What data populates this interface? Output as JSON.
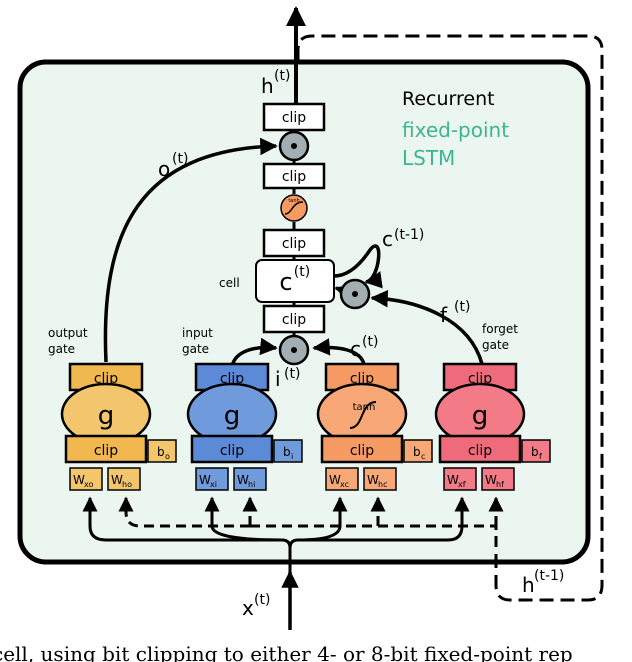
{
  "diagram": {
    "title_line1": "Recurrent",
    "title_line2": "fixed-point",
    "title_line3": "LSTM",
    "title_accent_color": "#3fb592",
    "background_color": "#eaf6ef",
    "labels": {
      "h_t": "h",
      "h_t_sup": "(t)",
      "o_t": "o",
      "o_t_sup": "(t)",
      "c_prev": "c",
      "c_prev_sup": "(t-1)",
      "cell_word": "cell",
      "cell_c": "c",
      "cell_c_sup": "(t)",
      "f_t": "f",
      "f_t_sup": "(t)",
      "c_tilde": "c",
      "c_tilde_sup": "(t)",
      "i_t": "i",
      "i_t_sup": "(t)",
      "output_gate_1": "output",
      "output_gate_2": "gate",
      "input_gate_1": "input",
      "input_gate_2": "gate",
      "forget_gate_1": "forget",
      "forget_gate_2": "gate",
      "h_prev": "h",
      "h_prev_sup": "(t-1)",
      "x_t": "x",
      "x_t_sup": "(t)",
      "clip": "clip",
      "tanh": "tanh",
      "g": "g"
    },
    "gates": [
      {
        "id": "output",
        "color": "#f3c56d",
        "top_color": "#f1b84f",
        "bias": "b",
        "bias_sub": "o",
        "w1": "W",
        "w1_sub": "xo",
        "w2": "W",
        "w2_sub": "ho",
        "symbol": "g"
      },
      {
        "id": "input",
        "color": "#6f9bdc",
        "top_color": "#5d8ad6",
        "bias": "b",
        "bias_sub": "i",
        "w1": "W",
        "w1_sub": "xi",
        "w2": "W",
        "w2_sub": "hi",
        "symbol": "g"
      },
      {
        "id": "cell",
        "color": "#f8a877",
        "top_color": "#f59a62",
        "bias": "b",
        "bias_sub": "c",
        "w1": "W",
        "w1_sub": "xc",
        "w2": "W",
        "w2_sub": "hc",
        "symbol": "tanh"
      },
      {
        "id": "forget",
        "color": "#f37a87",
        "top_color": "#ef6a7a",
        "bias": "b",
        "bias_sub": "f",
        "w1": "W",
        "w1_sub": "xf",
        "w2": "W",
        "w2_sub": "hf",
        "symbol": "g"
      }
    ],
    "mult_color": "#a3aeb2",
    "tanh_color": "#f79a62"
  },
  "caption": "cell, using bit clipping to either 4- or 8-bit fixed-point rep"
}
